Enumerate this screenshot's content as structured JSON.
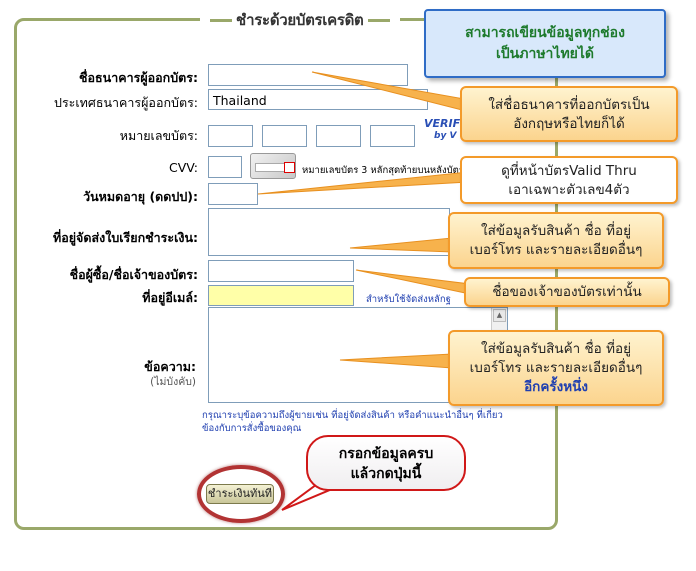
{
  "form": {
    "title": "ชำระด้วยบัตรเครดิต",
    "bank_name_label": "ชื่อธนาคารผู้ออกบัตร:",
    "bank_name_value": "",
    "bank_country_label": "ประเทศธนาคารผู้ออกบัตร:",
    "bank_country_value": "Thailand",
    "card_number_label": "หมายเลขบัตร:",
    "verified_logo_text": "VERIF",
    "verified_logo_sub": "by V",
    "cvv_label": "CVV:",
    "cvv_hint": "หมายเลขบัตร 3 หลักสุดท้ายบนหลังบัตร",
    "expiry_label": "วันหมดอายุ (ดดปป):",
    "billing_address_label": "ที่อยู่จัดส่งใบเรียกชำระเงิน:",
    "cardholder_label": "ชื่อผู้ซื้อ/ชื่อเจ้าของบัตร:",
    "email_label": "ที่อยู่อีเมล์:",
    "email_hint": "สำหรับใช้จัดส่งหลักฐ",
    "message_label": "ข้อความ:",
    "message_optional": "(ไม่บังคับ)",
    "message_hint_line1": "กรุณาระบุข้อความถึงผู้ขายเช่น ที่อยู่จัดส่งสินค้า หรือคำแนะนำอื่นๆ ที่เกี่ยว",
    "message_hint_line2": "ข้องกับการสั่งซื้อของคุณ",
    "pay_button": "ชำระเงินทันที"
  },
  "annotations": {
    "top_note_line1": "สามารถเขียนข้อมูลทุกช่อง",
    "top_note_line2": "เป็นภาษาไทยได้",
    "bank_note_line1": "ใส่ชื่อธนาคารที่ออกบัตรเป็น",
    "bank_note_line2": "อังกฤษหรือไทยก็ได้",
    "expiry_note_line1": "ดูที่หน้าบัตรValid Thru",
    "expiry_note_line2": "เอาเฉพาะตัวเลข4ตัว",
    "address_note_line1": "ใส่ข้อมูลรับสินค้า ชื่อ ที่อยู่",
    "address_note_line2": "เบอร์โทร และรายละเอียดอื่นๆ",
    "cardholder_note": "ชื่อของเจ้าของบัตรเท่านั้น",
    "message_note_line1": "ใส่ข้อมูลรับสินค้า ชื่อ ที่อยู่",
    "message_note_line2": "เบอร์โทร และรายละเอียดอื่นๆ",
    "message_note_line3": "อีกครั้งหนึ่ง",
    "button_note_line1": "กรอกข้อมูลครบ",
    "button_note_line2": "แล้วกดปุ่มนี้"
  },
  "colors": {
    "frame_border": "#9aa86a",
    "callout_border": "#f39a2a",
    "blue_note_border": "#2f6cc6",
    "blue_note_text": "#1d7a2c",
    "red_highlight": "#d01818",
    "email_field_bg": "#ffffa8"
  }
}
